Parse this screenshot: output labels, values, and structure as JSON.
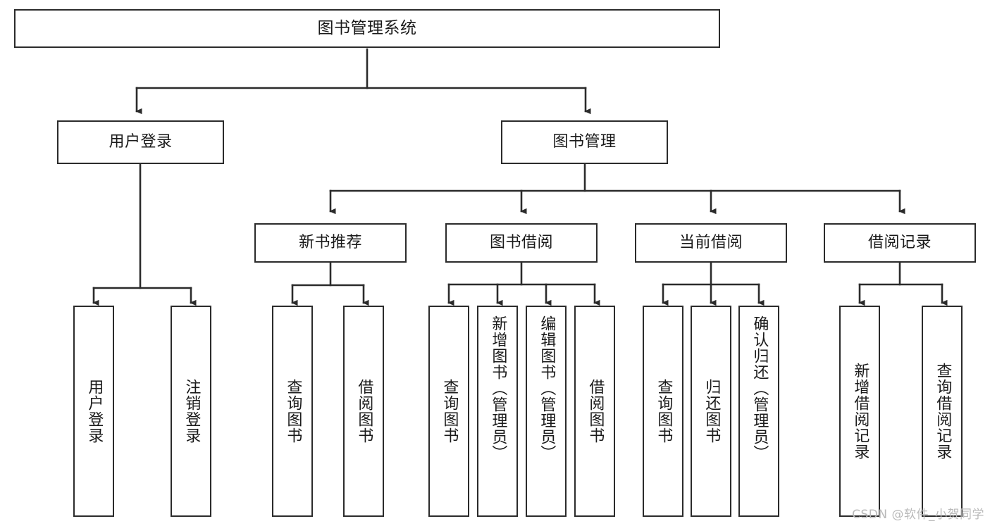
{
  "diagram": {
    "title": "图书管理系统",
    "type": "tree-hierarchy",
    "style": {
      "box_border_color": "#2b2b2b",
      "box_fill_color": "#ffffff",
      "edge_color": "#2b2b2b",
      "text_color": "#1a1a1a",
      "background_color": "#ffffff",
      "watermark_color": "#b9b9b9"
    },
    "root": {
      "label": "图书管理系统"
    },
    "level2": [
      {
        "label": "用户登录"
      },
      {
        "label": "图书管理"
      }
    ],
    "level3": [
      {
        "label": "新书推荐"
      },
      {
        "label": "图书借阅"
      },
      {
        "label": "当前借阅"
      },
      {
        "label": "借阅记录"
      }
    ],
    "leaves": {
      "user_login": [
        {
          "label": "用户登录"
        },
        {
          "label": "注销登录"
        }
      ],
      "new_book_recommend": [
        {
          "label": "查询图书"
        },
        {
          "label": "借阅图书"
        }
      ],
      "book_borrow": [
        {
          "label": "查询图书"
        },
        {
          "label": "新增图书（管理员）"
        },
        {
          "label": "编辑图书（管理员）"
        },
        {
          "label": "借阅图书"
        }
      ],
      "current_borrow": [
        {
          "label": "查询图书"
        },
        {
          "label": "归还图书"
        },
        {
          "label": "确认归还（管理员）"
        }
      ],
      "borrow_record": [
        {
          "label": "新增借阅记录"
        },
        {
          "label": "查询借阅记录"
        }
      ]
    },
    "watermark": "CSDN @软件_小贺同学"
  }
}
